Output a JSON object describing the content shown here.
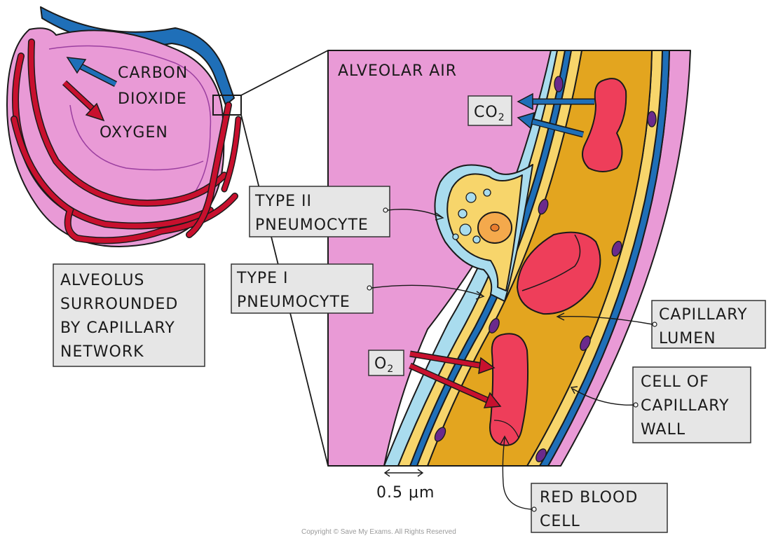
{
  "labels": {
    "carbon_dioxide": [
      "CARBON",
      "DIOXIDE"
    ],
    "oxygen": "OXYGEN",
    "alveolar_air": "ALVEOLAR AIR",
    "co2": {
      "main": "CO",
      "sub": "2"
    },
    "o2": {
      "main": "O",
      "sub": "2"
    },
    "alveolus": [
      "ALVEOLUS",
      "SURROUNDED",
      "BY CAPILLARY",
      "NETWORK"
    ],
    "type2": [
      "TYPE II",
      "PNEUMOCYTE"
    ],
    "type1": [
      "TYPE I",
      "PNEUMOCYTE"
    ],
    "capillary_lumen": [
      "CAPILLARY",
      "LUMEN"
    ],
    "capillary_wall_cell": [
      "CELL OF",
      "CAPILLARY",
      "WALL"
    ],
    "red_blood_cell": [
      "RED BLOOD",
      "CELL"
    ],
    "scale": "0.5 μm",
    "copyright": "Copyright © Save My Exams. All Rights Reserved"
  },
  "colors": {
    "alveolus_pink": "#e99ad6",
    "alveolus_outline": "#9b3fa0",
    "red_vessel": "#c8102e",
    "blue_vessel": "#1f6fb8",
    "plasma_orange": "#e3a51f",
    "pneumocyte_yellow": "#f7d56b",
    "surfactant_blue": "#a9dcee",
    "rbc_red": "#ee3e5a",
    "nucleus_purple": "#6b2a8c",
    "label_box": "#e6e6e6"
  }
}
